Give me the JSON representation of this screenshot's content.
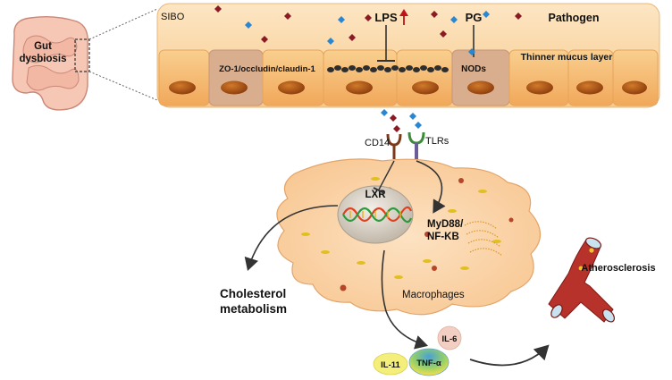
{
  "gut": {
    "line1": "Gut",
    "line2": "dysbiosis"
  },
  "epithelium": {
    "sibo": "SIBO",
    "lps": "LPS",
    "pg": "PG",
    "pathogen": "Pathogen",
    "tight_junction": "ZO-1/occludin/claudin-1",
    "nods": "NODs",
    "mucus": "Thinner mucus layer"
  },
  "receptors": {
    "cd14": "CD14",
    "tlrs": "TLRs"
  },
  "macrophage": {
    "lxr": "LXR",
    "myd88_line1": "MyD88/",
    "myd88_line2": "NF-KB",
    "label": "Macrophages"
  },
  "outcomes": {
    "cholesterol_line1": "Cholesterol",
    "cholesterol_line2": "metabolism",
    "atherosclerosis": "Atherosclerosis"
  },
  "cytokines": {
    "il6": "IL-6",
    "il11": "IL-11",
    "tnf": "TNF-α"
  },
  "colors": {
    "lps_up_arrow": "#c0121b",
    "gut_label": "#c0121b",
    "epithelium": "#f6c27a"
  }
}
